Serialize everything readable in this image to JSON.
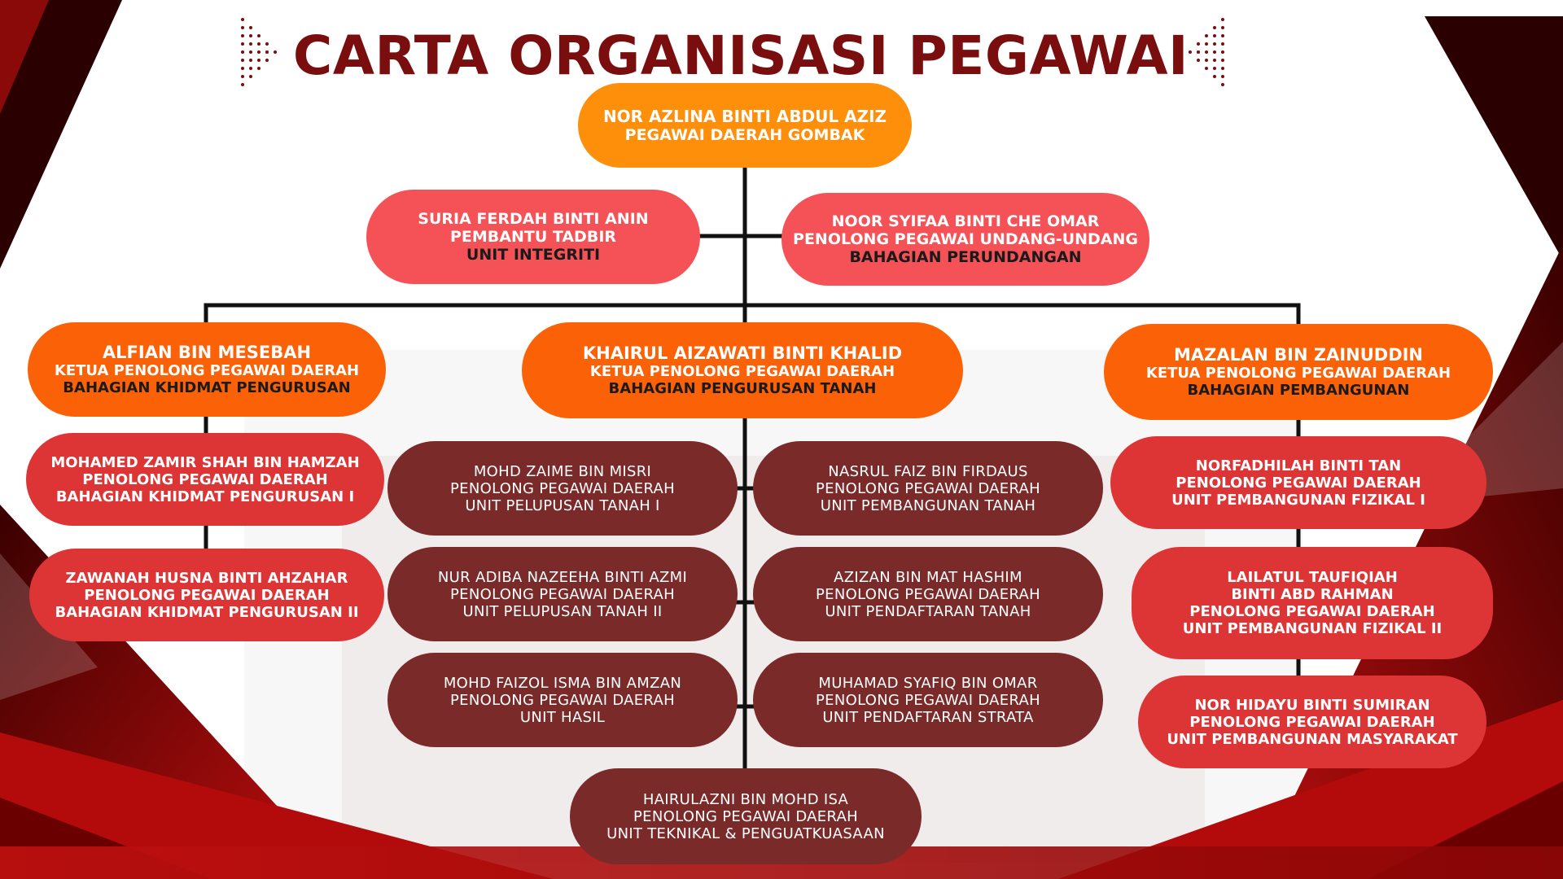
{
  "title": "CARTA ORGANISASI PEGAWAI",
  "colors": {
    "title": "#7a0e0e",
    "top": "#fd8f0b",
    "staff": "#f45256",
    "head": "#fb6107",
    "side_member": "#dd3535",
    "center_member": "#7b2a2a",
    "connector": "#111111"
  },
  "top": {
    "name": "NOR AZLINA BINTI ABDUL AZIZ",
    "role": "PEGAWAI DAERAH GOMBAK"
  },
  "staff": [
    {
      "name": "SURIA FERDAH BINTI ANIN",
      "role": "PEMBANTU TADBIR",
      "unit": "UNIT INTEGRITI"
    },
    {
      "name": "NOOR SYIFAA BINTI CHE OMAR",
      "role": "PENOLONG PEGAWAI UNDANG-UNDANG",
      "unit": "BAHAGIAN PERUNDANGAN"
    }
  ],
  "heads": [
    {
      "name": "ALFIAN BIN MESEBAH",
      "role": "KETUA PENOLONG PEGAWAI DAERAH",
      "unit": "BAHAGIAN KHIDMAT PENGURUSAN"
    },
    {
      "name": "KHAIRUL AIZAWATI BINTI KHALID",
      "role": "KETUA PENOLONG PEGAWAI DAERAH",
      "unit": "BAHAGIAN PENGURUSAN TANAH"
    },
    {
      "name": "MAZALAN BIN ZAINUDDIN",
      "role": "KETUA PENOLONG PEGAWAI DAERAH",
      "unit": "BAHAGIAN PEMBANGUNAN"
    }
  ],
  "left_members": [
    {
      "lines": [
        "MOHAMED ZAMIR SHAH BIN HAMZAH",
        "PENOLONG PEGAWAI DAERAH",
        "BAHAGIAN KHIDMAT PENGURUSAN I"
      ]
    },
    {
      "lines": [
        "ZAWANAH HUSNA BINTI AHZAHAR",
        "PENOLONG PEGAWAI DAERAH",
        "BAHAGIAN KHIDMAT PENGURUSAN II"
      ]
    }
  ],
  "center_left_members": [
    {
      "lines": [
        "MOHD ZAIME BIN MISRI",
        "PENOLONG PEGAWAI DAERAH",
        "UNIT PELUPUSAN TANAH I"
      ]
    },
    {
      "lines": [
        "NUR ADIBA NAZEEHA BINTI AZMI",
        "PENOLONG PEGAWAI DAERAH",
        "UNIT PELUPUSAN TANAH II"
      ]
    },
    {
      "lines": [
        "MOHD FAIZOL ISMA BIN AMZAN",
        "PENOLONG PEGAWAI DAERAH",
        "UNIT HASIL"
      ]
    }
  ],
  "center_right_members": [
    {
      "lines": [
        "NASRUL FAIZ BIN FIRDAUS",
        "PENOLONG PEGAWAI DAERAH",
        "UNIT PEMBANGUNAN TANAH"
      ]
    },
    {
      "lines": [
        "AZIZAN BIN MAT HASHIM",
        "PENOLONG PEGAWAI DAERAH",
        "UNIT PENDAFTARAN TANAH"
      ]
    },
    {
      "lines": [
        "MUHAMAD SYAFIQ BIN OMAR",
        "PENOLONG PEGAWAI DAERAH",
        "UNIT PENDAFTARAN STRATA"
      ]
    }
  ],
  "center_bottom_member": {
    "lines": [
      "HAIRULAZNI BIN MOHD ISA",
      "PENOLONG PEGAWAI DAERAH",
      "UNIT TEKNIKAL & PENGUATKUASAAN"
    ]
  },
  "right_members": [
    {
      "lines": [
        "NORFADHILAH BINTI TAN",
        "PENOLONG PEGAWAI DAERAH",
        "UNIT PEMBANGUNAN FIZIKAL I"
      ]
    },
    {
      "lines": [
        "LAILATUL TAUFIQIAH",
        "BINTI ABD RAHMAN",
        "PENOLONG PEGAWAI DAERAH",
        "UNIT PEMBANGUNAN FIZIKAL II"
      ]
    },
    {
      "lines": [
        "NOR HIDAYU BINTI SUMIRAN",
        "PENOLONG PEGAWAI DAERAH",
        "UNIT PEMBANGUNAN MASYARAKAT"
      ]
    }
  ]
}
